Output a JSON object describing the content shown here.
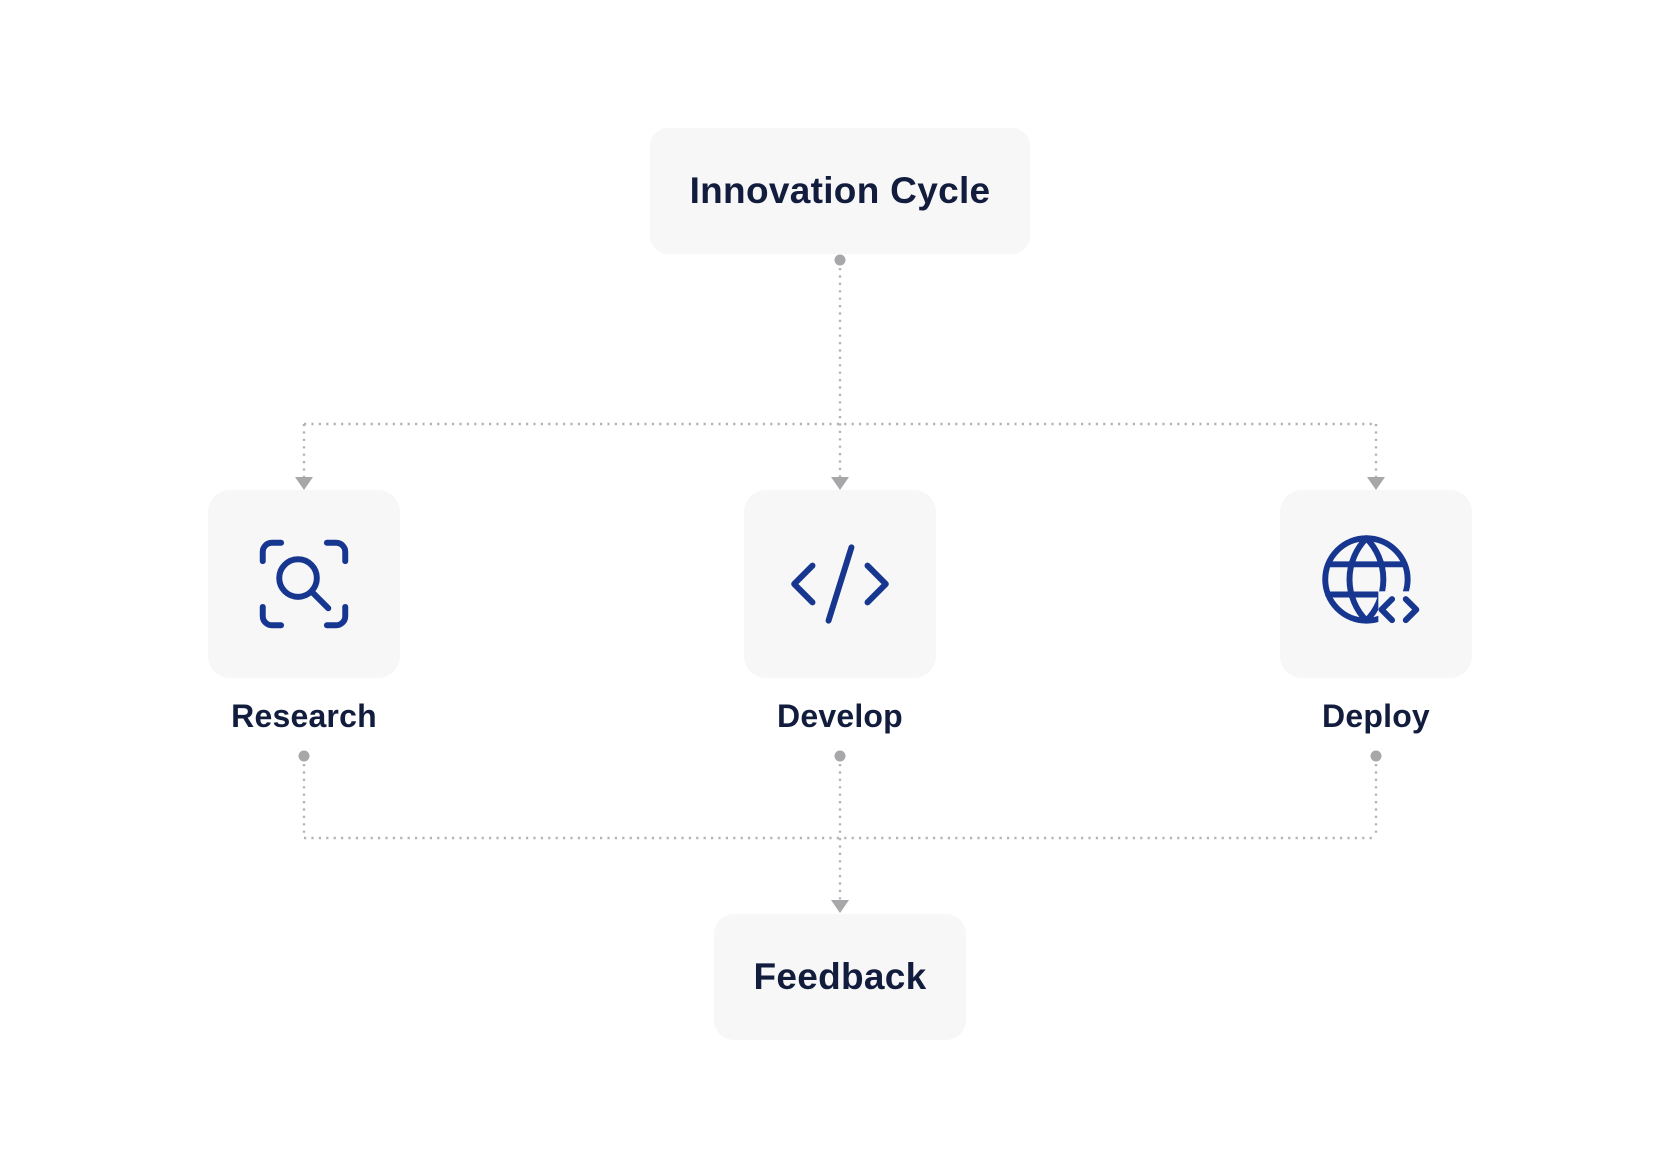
{
  "diagram": {
    "title_node": {
      "label": "Innovation Cycle"
    },
    "stages": [
      {
        "label": "Research",
        "icon": "scan-search-icon"
      },
      {
        "label": "Develop",
        "icon": "code-icon"
      },
      {
        "label": "Deploy",
        "icon": "globe-code-icon"
      }
    ],
    "feedback_node": {
      "label": "Feedback"
    }
  },
  "colors": {
    "page_bg": "#ffffff",
    "node_background": "#f7f7f8",
    "text_navy": "#121c3d",
    "icon_blue": "#16368f",
    "connector_gray": "#b3b3b6",
    "connector_accent_gray": "#a7a7aa"
  }
}
